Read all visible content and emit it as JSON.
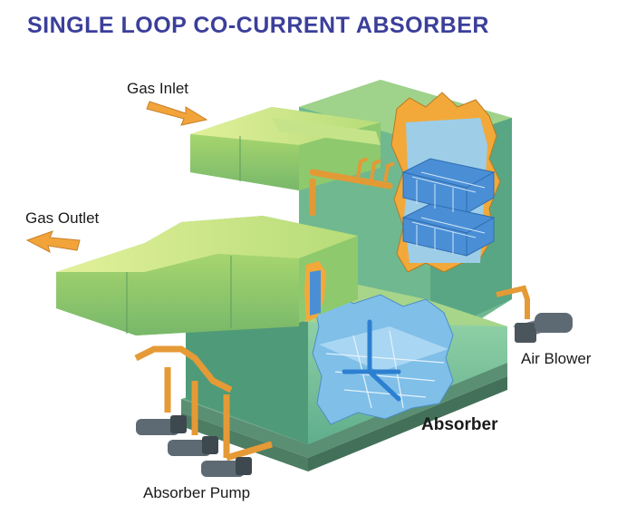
{
  "title": "SINGLE LOOP CO-CURRENT ABSORBER",
  "labels": {
    "gas_inlet": "Gas Inlet",
    "gas_outlet": "Gas Outlet",
    "air_blower": "Air Blower",
    "absorber": "Absorber",
    "absorber_pump": "Absorber Pump"
  },
  "colors": {
    "title": "#3b3f9a",
    "duct_light": "#d3ea85",
    "duct_mid": "#a8d26a",
    "duct_dark": "#6fae6a",
    "vessel_front": "#7cc3a0",
    "vessel_side": "#5fae8c",
    "vessel_top": "#b9dc83",
    "cutaway": "#f2a93a",
    "packing": "#4a8fd6",
    "liquid": "#b9dcf3",
    "pipe": "#f0a63c",
    "equipment": "#5e6a73"
  }
}
